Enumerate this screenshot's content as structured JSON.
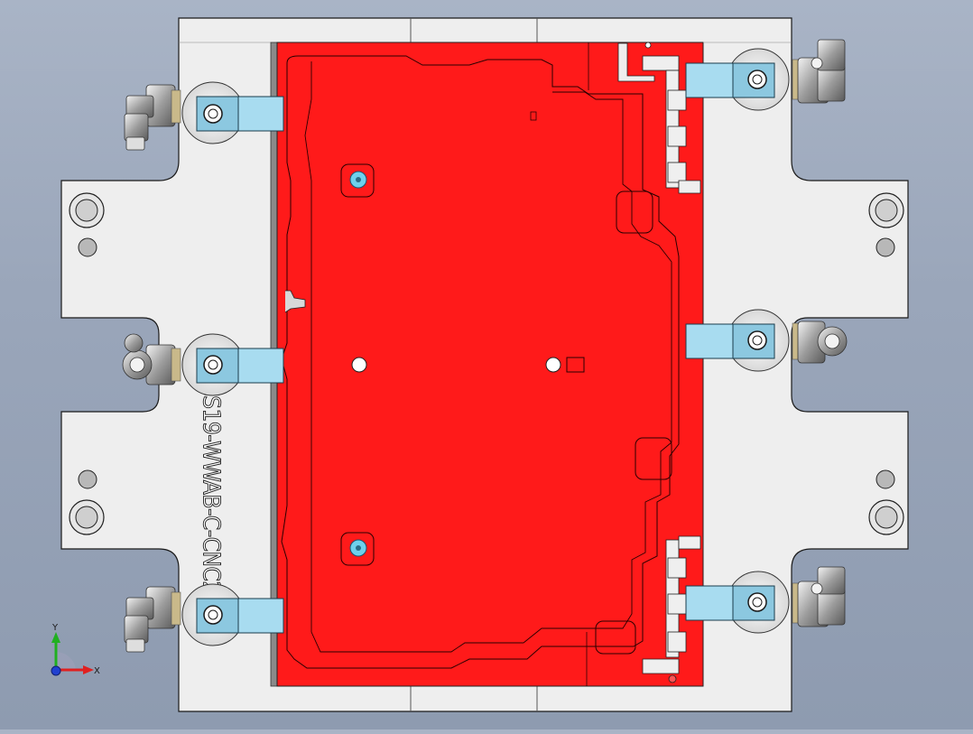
{
  "part": {
    "engraving": "CS19-WWAB-C-CNC2"
  },
  "triad": {
    "x_label": "X",
    "y_label": "Y"
  },
  "colors": {
    "background": "#9aa6ba",
    "fixture_plate": "#eeeeee",
    "part_face": "#ff1a1a",
    "clamp": "#a8dcf0",
    "outline": "#1a1a1a",
    "axis_x": "#e02020",
    "axis_y": "#20b020",
    "axis_z": "#2040d0"
  },
  "icons": [
    "swivel-clamp-icon",
    "pneumatic-elbow-fitting-icon",
    "locating-hole-icon",
    "triad-axis-icon"
  ]
}
